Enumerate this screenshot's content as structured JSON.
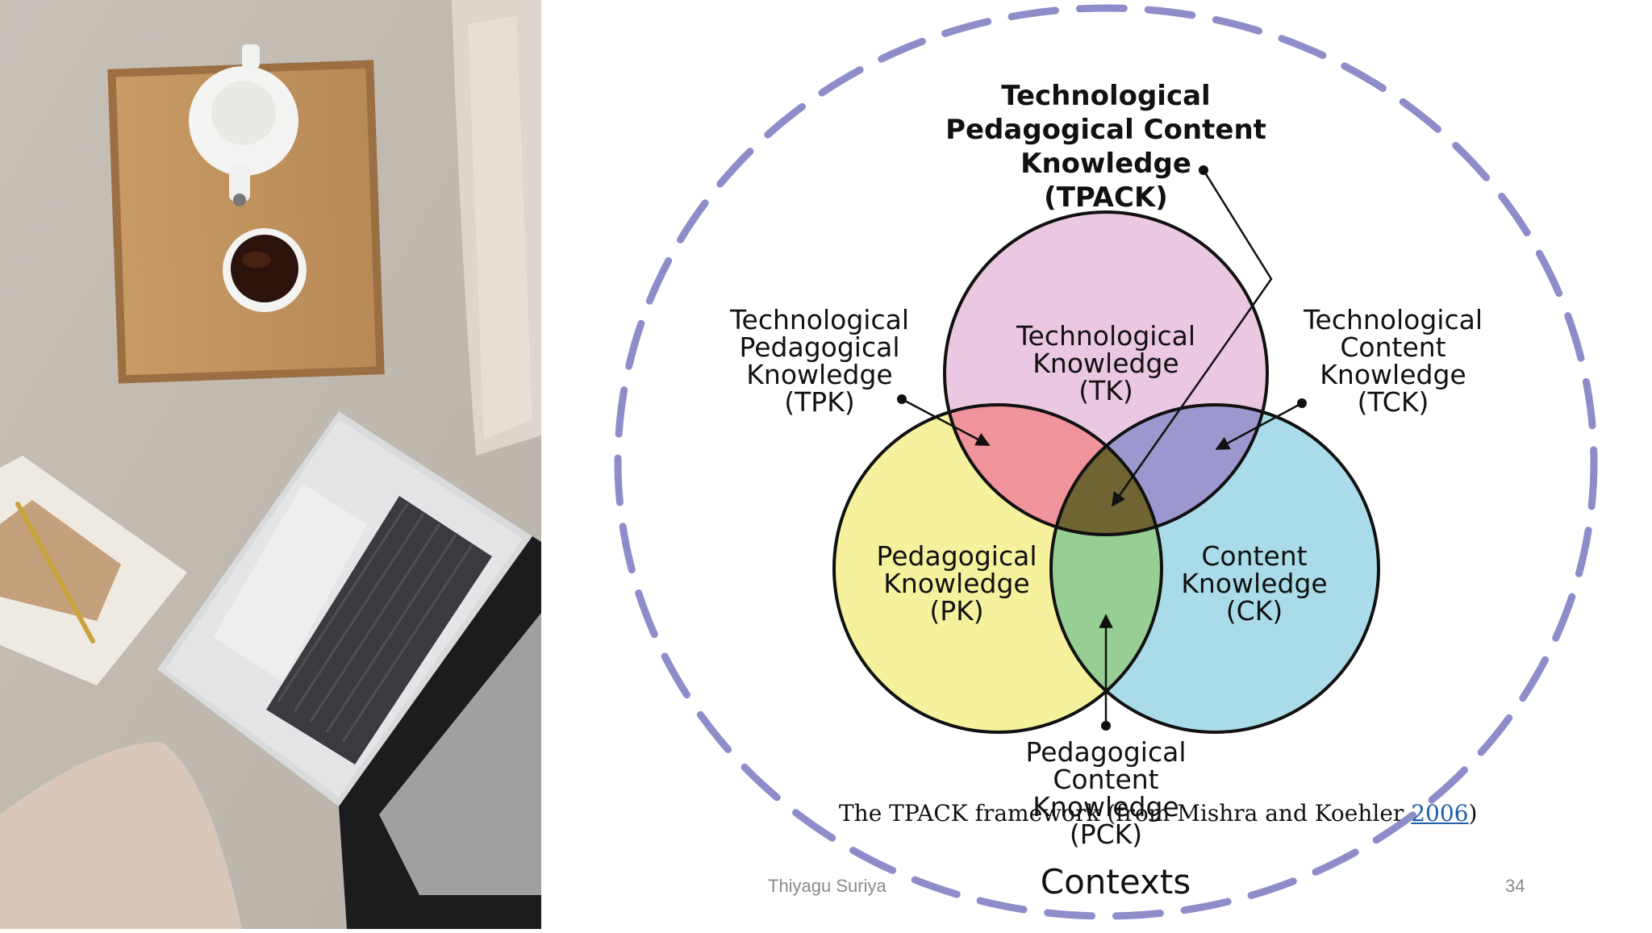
{
  "tpack": {
    "title_lines": [
      "Technological",
      "Pedagogical Content",
      "Knowledge",
      "(TPACK)"
    ],
    "tk_lines": [
      "Technological",
      "Knowledge",
      "(TK)"
    ],
    "pk_lines": [
      "Pedagogical",
      "Knowledge",
      "(PK)"
    ],
    "ck_lines": [
      "Content",
      "Knowledge",
      "(CK)"
    ],
    "tpk_lines": [
      "Technological",
      "Pedagogical",
      "Knowledge",
      "(TPK)"
    ],
    "tck_lines": [
      "Technological",
      "Content",
      "Knowledge",
      "(TCK)"
    ],
    "pck_lines": [
      "Pedagogical",
      "Content",
      "Knowledge",
      "(PCK)"
    ],
    "contexts": "Contexts"
  },
  "colors": {
    "tk": "#eac8e2",
    "pk": "#f6f19c",
    "ck": "#a9dce8",
    "tpk": "#f1939a",
    "tck": "#9d97cf",
    "pck": "#96ce93",
    "tpack": "#6f6432",
    "contexts_ring": "#8e8cc9"
  },
  "caption": {
    "prefix": "The TPACK framework (from Mishra and Koehler ",
    "year": "2006",
    "suffix": ")"
  },
  "footer": {
    "author": "Thiyagu Suriya",
    "page": "34"
  }
}
